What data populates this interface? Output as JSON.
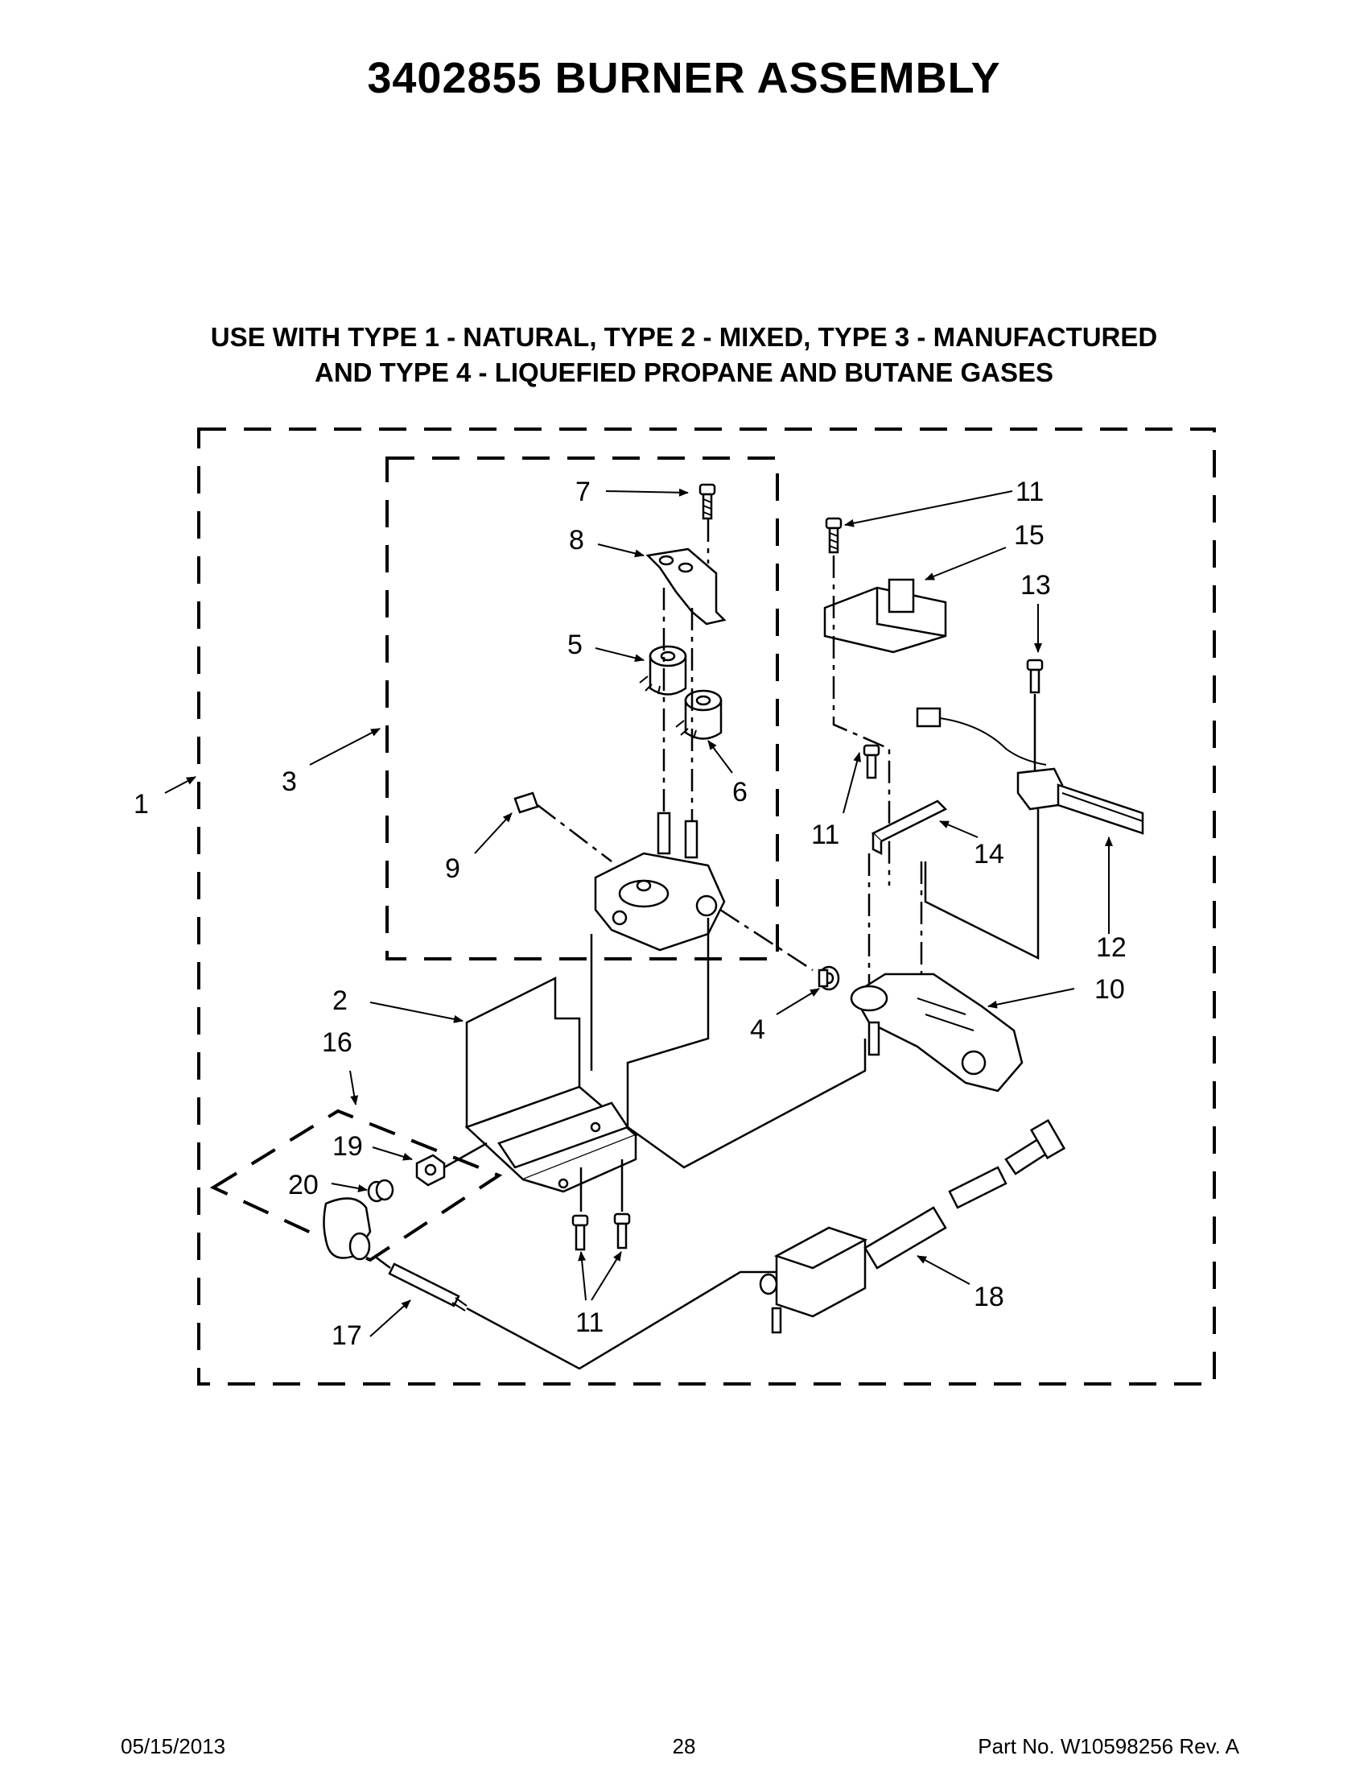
{
  "title": "3402855 BURNER ASSEMBLY",
  "subtitle_line1": "USE WITH TYPE 1 - NATURAL, TYPE 2 - MIXED, TYPE 3 - MANUFACTURED",
  "subtitle_line2": "AND TYPE 4 - LIQUEFIED PROPANE AND BUTANE GASES",
  "callouts": {
    "c1": "1",
    "c2": "2",
    "c3": "3",
    "c4": "4",
    "c5": "5",
    "c6": "6",
    "c7": "7",
    "c8": "8",
    "c9": "9",
    "c10": "10",
    "c11a": "11",
    "c11b": "11",
    "c11c": "11",
    "c12": "12",
    "c13": "13",
    "c14": "14",
    "c15": "15",
    "c16": "16",
    "c17": "17",
    "c18": "18",
    "c19": "19",
    "c20": "20"
  },
  "footer": {
    "date": "05/15/2013",
    "page": "28",
    "part": "Part No.  W10598256  Rev.  A"
  }
}
